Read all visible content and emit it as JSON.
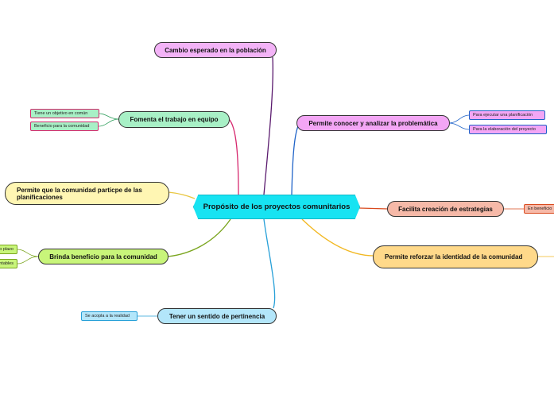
{
  "center": {
    "label": "Propósito de los proyectos comunitarios",
    "color": "#17e3f2"
  },
  "branches": {
    "cambio": {
      "label": "Cambio esperado en la población",
      "color": "#f3b3f7",
      "line": "#5a1a6e"
    },
    "fomenta": {
      "label": "Fomenta el trabajo en equipo",
      "color": "#a8f0c6",
      "line": "#d6286e",
      "leaves": [
        "Tiene un objetivo en común",
        "Beneficio para la comunidad"
      ]
    },
    "conocer": {
      "label": "Permite conocer y analizar la problemática",
      "color": "#f3a6f5",
      "line": "#1f63c8",
      "leaves": [
        "Para ejecutar una planificación",
        "Para la elaboración del proyecto"
      ]
    },
    "participe": {
      "label": "Permite que la comunidad particpe de las planificaciones",
      "color": "#fff6b3",
      "line": "#e8c640"
    },
    "estrategias": {
      "label": "Facilita creación de estrategias",
      "color": "#f6b9a8",
      "line": "#d94a1e",
      "leaves": [
        "En beneficio"
      ]
    },
    "beneficio": {
      "label": "Brinda beneficio para la comunidad",
      "color": "#c8f57a",
      "line": "#7aa51e",
      "leaves": [
        "o plazo",
        "ntables"
      ]
    },
    "identidad": {
      "label": "Permite reforzar la identidad de la comunidad",
      "color": "#ffd98a",
      "line": "#f2b822"
    },
    "pertinencia": {
      "label": "Tener un sentido de pertinencia",
      "color": "#b3e6fa",
      "line": "#27a0d8",
      "leaves": [
        "Se acopla a la realidad"
      ]
    }
  }
}
